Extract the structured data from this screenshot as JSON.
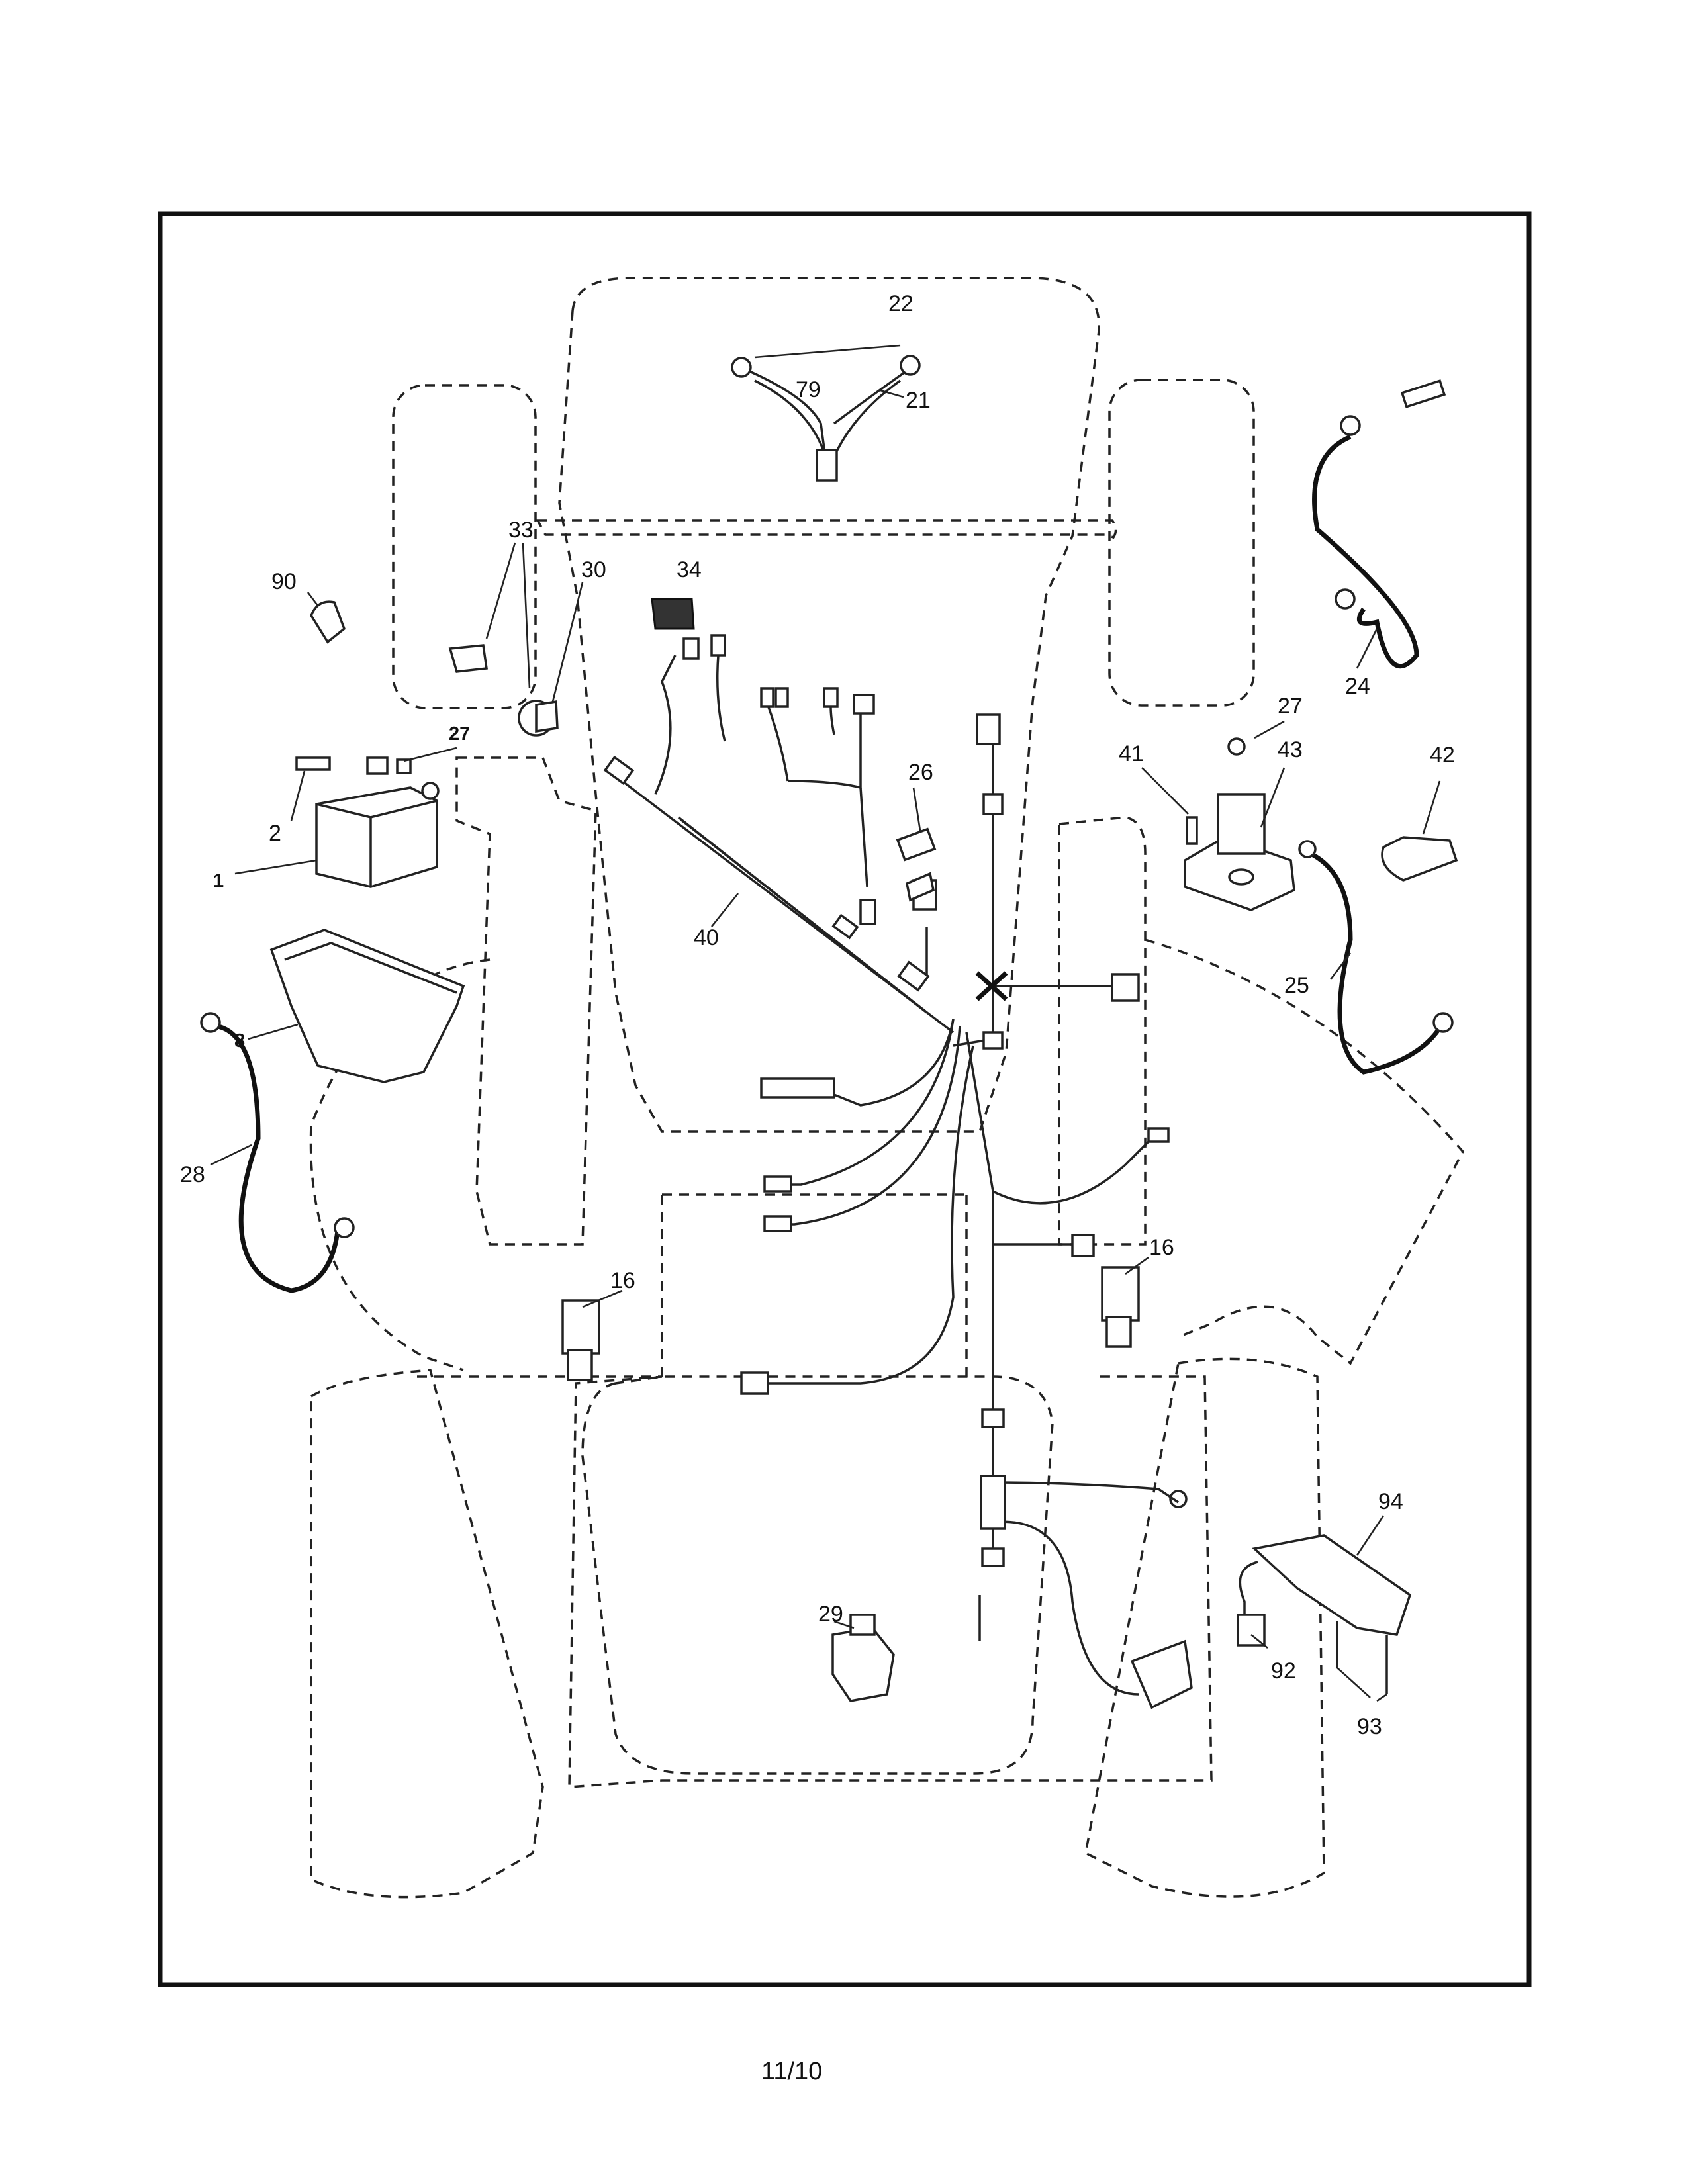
{
  "diagram": {
    "callouts": [
      {
        "id": "c22",
        "label": "22"
      },
      {
        "id": "c79",
        "label": "79"
      },
      {
        "id": "c21",
        "label": "21"
      },
      {
        "id": "c33",
        "label": "33"
      },
      {
        "id": "c30",
        "label": "30"
      },
      {
        "id": "c34",
        "label": "34"
      },
      {
        "id": "c90",
        "label": "90"
      },
      {
        "id": "c27a",
        "label": "27"
      },
      {
        "id": "c2",
        "label": "2"
      },
      {
        "id": "c1",
        "label": "1"
      },
      {
        "id": "c26",
        "label": "26"
      },
      {
        "id": "c40",
        "label": "40"
      },
      {
        "id": "c8",
        "label": "8"
      },
      {
        "id": "c28",
        "label": "28"
      },
      {
        "id": "c24",
        "label": "24"
      },
      {
        "id": "c27b",
        "label": "27"
      },
      {
        "id": "c41",
        "label": "41"
      },
      {
        "id": "c43",
        "label": "43"
      },
      {
        "id": "c42",
        "label": "42"
      },
      {
        "id": "c25",
        "label": "25"
      },
      {
        "id": "c16a",
        "label": "16"
      },
      {
        "id": "c16b",
        "label": "16"
      },
      {
        "id": "c29",
        "label": "29"
      },
      {
        "id": "c94",
        "label": "94"
      },
      {
        "id": "c92",
        "label": "92"
      },
      {
        "id": "c93",
        "label": "93"
      }
    ]
  },
  "footer": {
    "page_number": "11/10"
  }
}
